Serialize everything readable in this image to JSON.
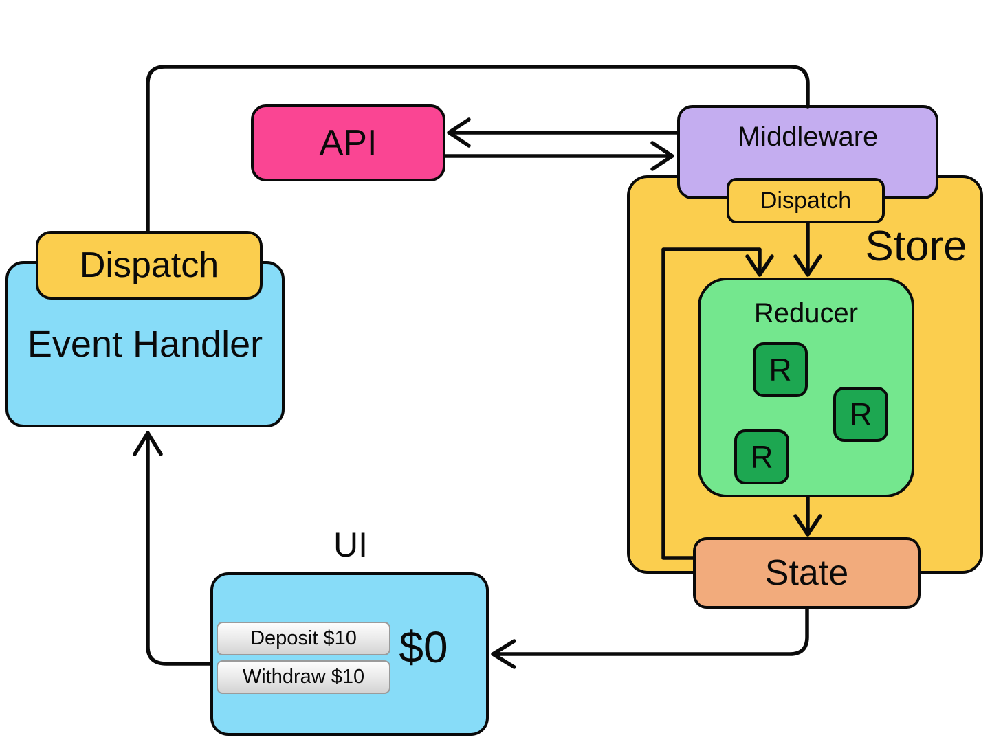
{
  "colors": {
    "canvas-bg": "#ffffff",
    "ink": "#0a0a0a",
    "api-pink": "#fa4593",
    "middleware-purple": "#c4adf0",
    "store-yellow": "#fbce4e",
    "reducer-green": "#74e78e",
    "r-green": "#1da751",
    "state-orange": "#f2ab7c",
    "panel-blue": "#87dcf8",
    "button-border": "#9b9b9b",
    "button-top": "#fdfdfd",
    "button-bottom": "#d4d4d4"
  },
  "nodes": {
    "event_handler": {
      "label": "Event Handler"
    },
    "event_dispatch": {
      "label": "Dispatch"
    },
    "api": {
      "label": "API"
    },
    "middleware": {
      "label": "Middleware"
    },
    "store": {
      "label": "Store"
    },
    "store_dispatch": {
      "label": "Dispatch"
    },
    "reducer": {
      "label": "Reducer",
      "r1": "R",
      "r2": "R",
      "r3": "R"
    },
    "state": {
      "label": "State"
    },
    "ui": {
      "label": "UI",
      "balance": "$0",
      "deposit_button": "Deposit $10",
      "withdraw_button": "Withdraw $10"
    }
  }
}
